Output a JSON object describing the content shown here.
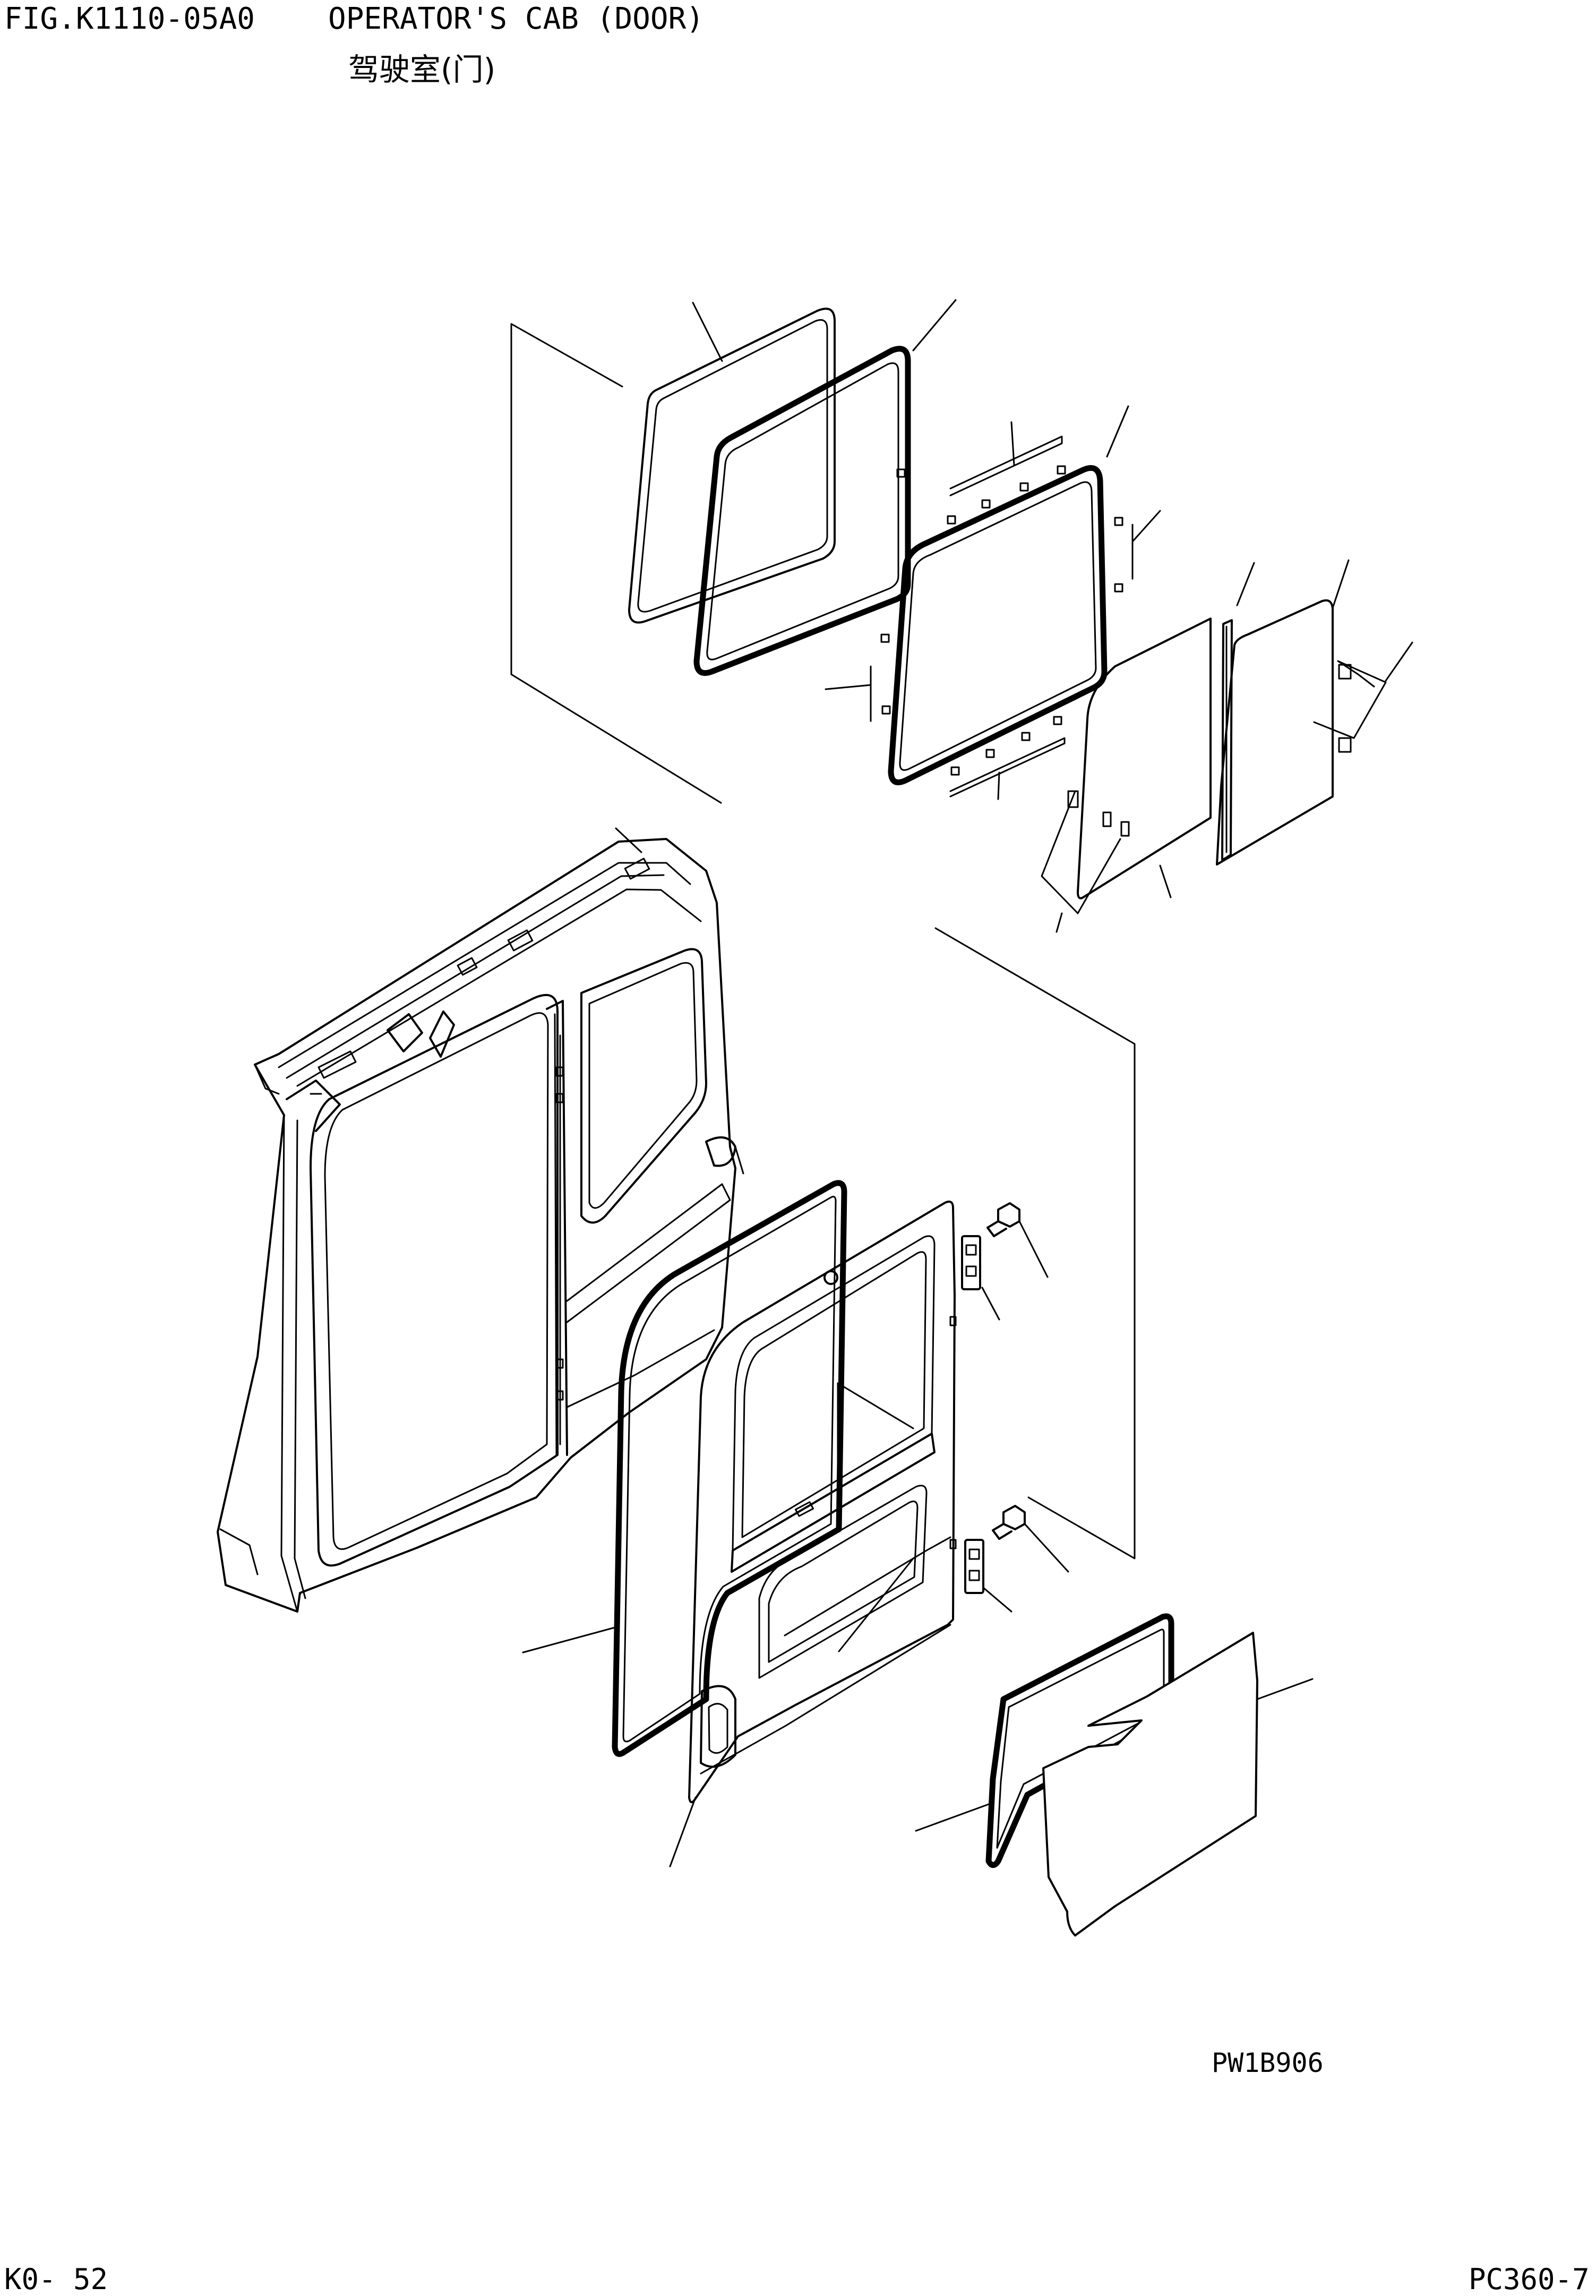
{
  "header": {
    "figure_code": "FIG.K1110-05A0",
    "title": "OPERATOR'S CAB (DOOR)",
    "title_cn": "驾驶室(门)"
  },
  "diagram": {
    "drawing_code": "PW1B906"
  },
  "footer": {
    "page_number": "K0- 52",
    "model": "PC360-7"
  }
}
